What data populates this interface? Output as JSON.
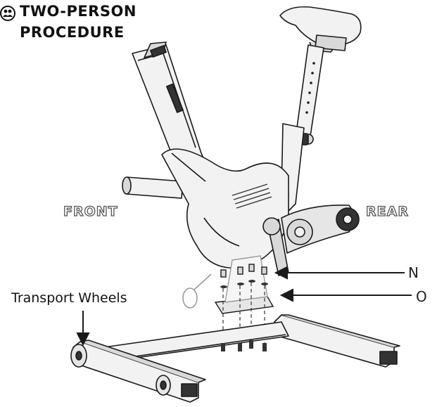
{
  "header": {
    "title_line1": "TWO-PERSON",
    "title_line2": "PROCEDURE",
    "icon": "two-person-icon"
  },
  "labels": {
    "front": "FRONT",
    "rear": "REAR",
    "n": "N",
    "o": "O",
    "transport_wheels": "Transport Wheels"
  },
  "colors": {
    "line": "#1a1a1a",
    "frame_fill": "#f2f2f2",
    "shade": "#d9d9d9",
    "dark": "#333333"
  }
}
